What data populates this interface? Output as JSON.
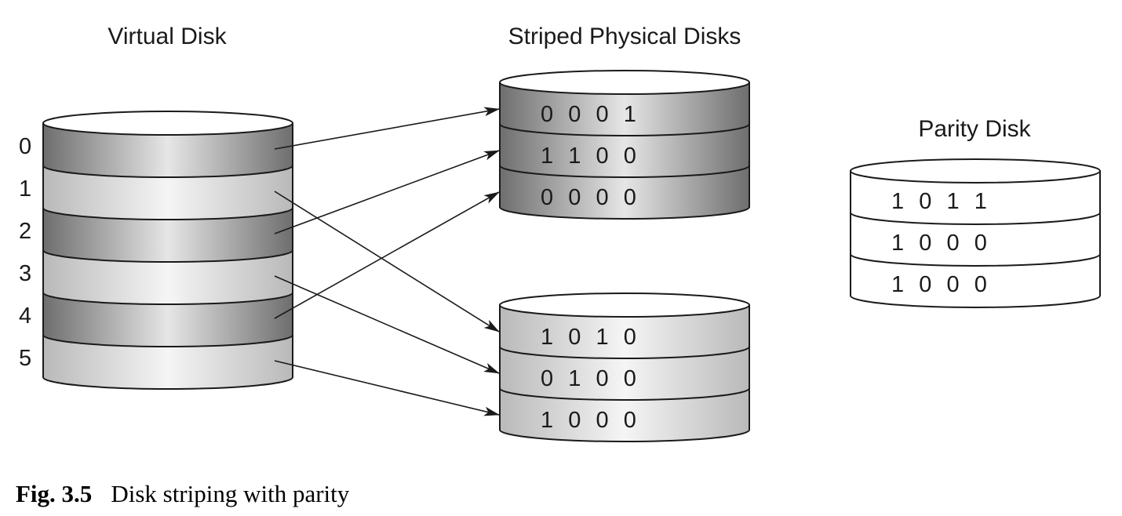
{
  "labels": {
    "virtual_disk": "Virtual Disk",
    "striped_physical_disks": "Striped Physical Disks",
    "parity_disk": "Parity Disk"
  },
  "virtual_disk": {
    "blocks": [
      {
        "index": "0",
        "shade": "dark"
      },
      {
        "index": "1",
        "shade": "light"
      },
      {
        "index": "2",
        "shade": "dark"
      },
      {
        "index": "3",
        "shade": "light"
      },
      {
        "index": "4",
        "shade": "dark"
      },
      {
        "index": "5",
        "shade": "light"
      }
    ]
  },
  "physical_disks": [
    {
      "shade": "dark",
      "rows": [
        "0  0  0  1",
        "1  1  0  0",
        "0  0  0  0"
      ]
    },
    {
      "shade": "light",
      "rows": [
        "1  0  1  0",
        "0  1  0  0",
        "1  0  0  0"
      ]
    }
  ],
  "parity_disk": {
    "shade": "white",
    "rows": [
      "1  0  1  1",
      "1  0  0  0",
      "1  0  0  0"
    ]
  },
  "mapping": [
    {
      "from_block": 0,
      "to_disk": 0,
      "to_row": 0
    },
    {
      "from_block": 1,
      "to_disk": 1,
      "to_row": 0
    },
    {
      "from_block": 2,
      "to_disk": 0,
      "to_row": 1
    },
    {
      "from_block": 3,
      "to_disk": 1,
      "to_row": 1
    },
    {
      "from_block": 4,
      "to_disk": 0,
      "to_row": 2
    },
    {
      "from_block": 5,
      "to_disk": 1,
      "to_row": 2
    }
  ],
  "caption": {
    "number": "Fig. 3.5",
    "text": "Disk striping with parity"
  },
  "colors": {
    "line": "#1a1a1a",
    "dark_band_edge": "#6e6e6e",
    "dark_band_center": "#e6e6e6",
    "light_band_edge": "#b9b9b9",
    "light_band_center": "#f5f5f5",
    "white": "#ffffff"
  }
}
